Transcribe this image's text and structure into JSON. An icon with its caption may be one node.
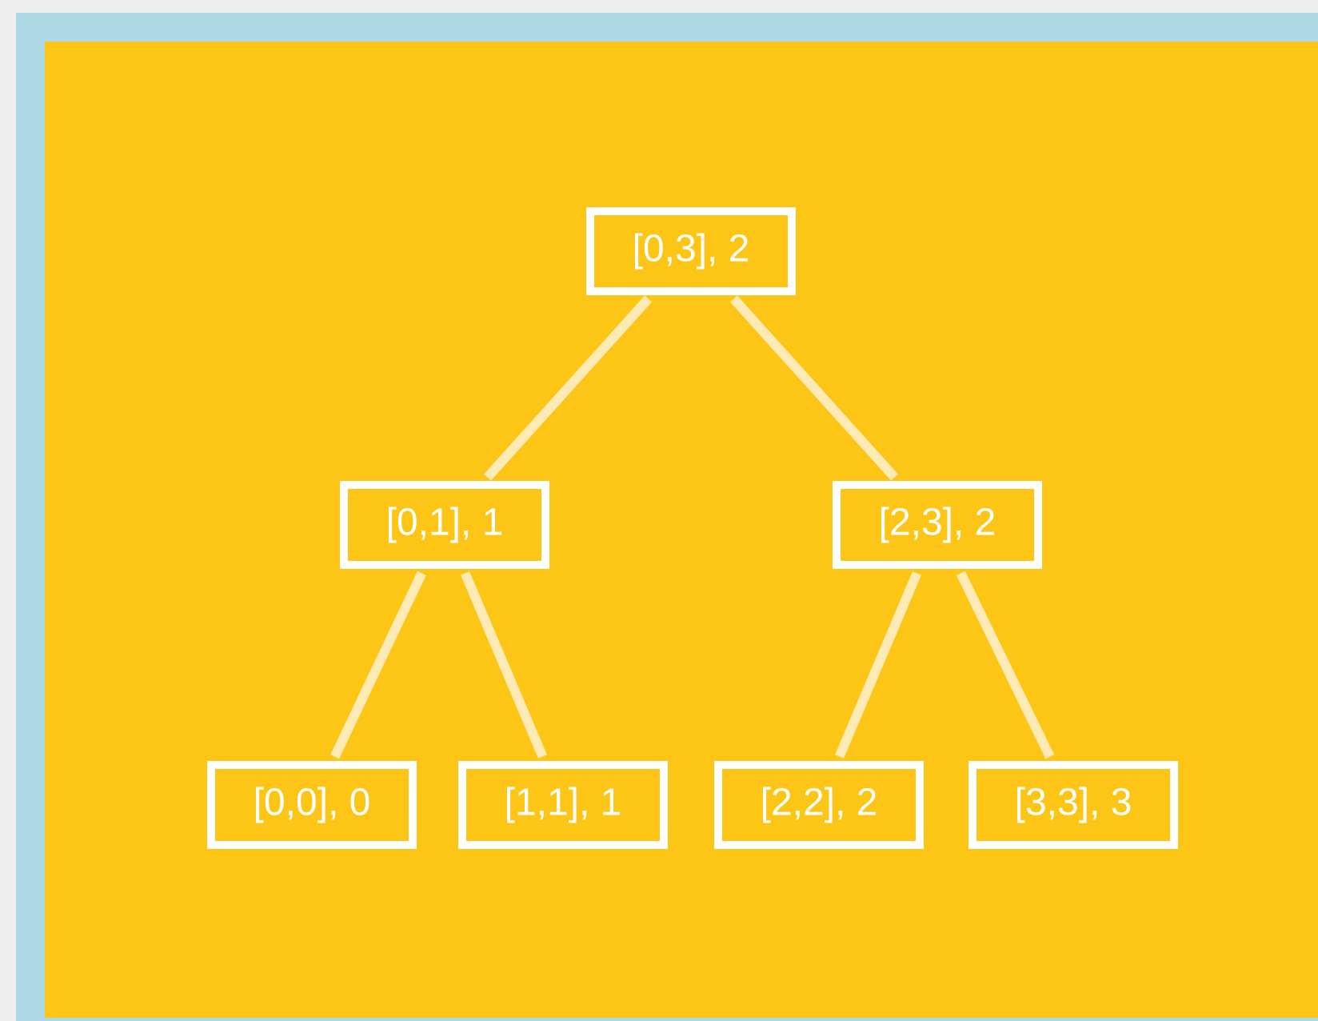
{
  "diagram": {
    "nodes": [
      {
        "text": [
          "[0,3], 2"
        ]
      },
      {
        "text": [
          "[0,1], 1"
        ]
      },
      {
        "text": [
          "[2,3], 2"
        ]
      },
      {
        "text": [
          "[0,0], 0"
        ]
      },
      {
        "text": [
          "[1,1], 1"
        ]
      },
      {
        "text": [
          "[2,2], 2"
        ]
      },
      {
        "text": [
          "[3,3], 3"
        ]
      }
    ],
    "edges": [
      {
        "from": 0,
        "to": 1,
        "arrow": "none"
      },
      {
        "from": 0,
        "to": 2,
        "arrow": "none"
      },
      {
        "from": 1,
        "to": 3,
        "arrow": "none"
      },
      {
        "from": 1,
        "to": 4,
        "arrow": "none"
      },
      {
        "from": 2,
        "to": 5,
        "arrow": "none"
      },
      {
        "from": 2,
        "to": 6,
        "arrow": "none"
      }
    ]
  }
}
